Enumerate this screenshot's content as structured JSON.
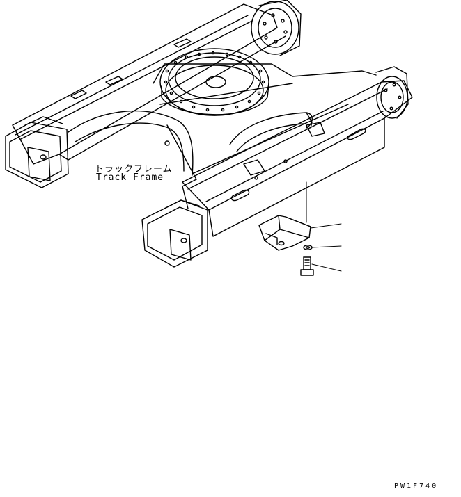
{
  "labels": {
    "track_frame_jp": "トラックフレーム",
    "track_frame_en": "Track Frame",
    "drawing_code": "PW1F740"
  },
  "colors": {
    "line": "#000000",
    "background": "#ffffff"
  }
}
